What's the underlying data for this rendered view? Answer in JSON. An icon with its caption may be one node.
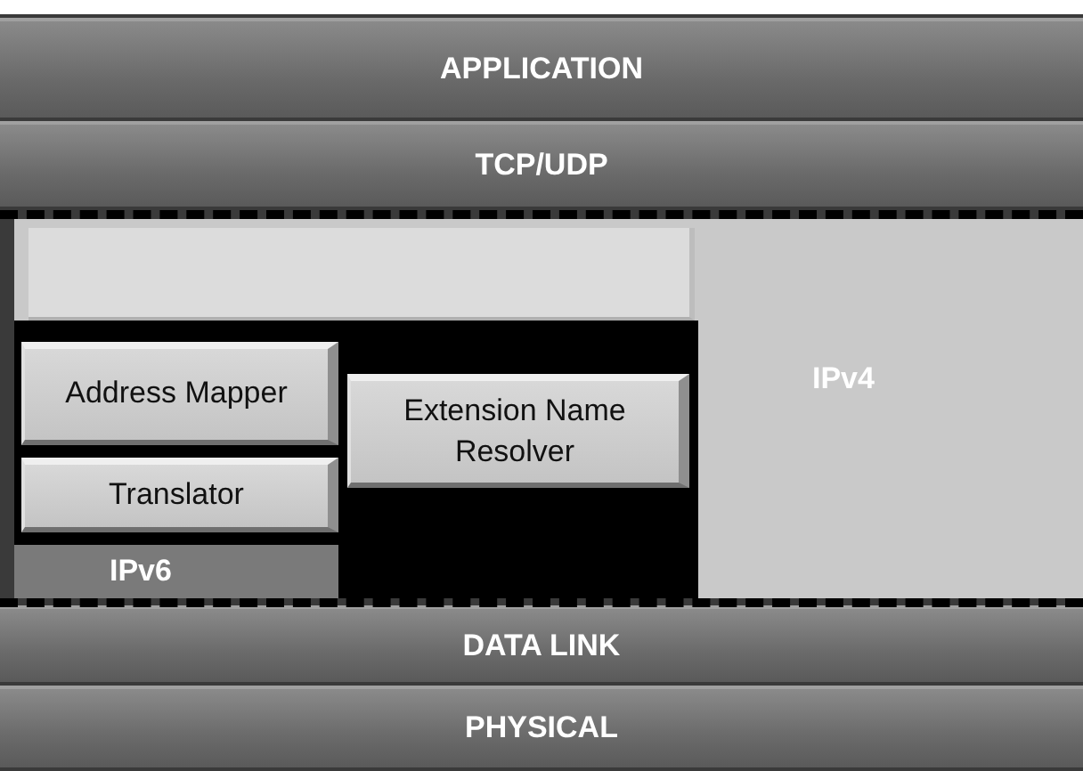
{
  "diagram": {
    "nodes": [
      {
        "text": [
          "APPLICATION"
        ]
      },
      {
        "text": [
          "TCP/UDP"
        ]
      },
      {
        "text": [
          "IPv4"
        ]
      },
      {
        "text": [],
        "shape": "box",
        "in": 2
      },
      {
        "text": [
          "IPv6"
        ],
        "in": 2
      },
      {
        "text": [
          "Address Mapper"
        ],
        "in": 4
      },
      {
        "text": [
          "Translator"
        ],
        "in": 4
      },
      {
        "text": [
          "Extension Name Resolver"
        ],
        "in": 4
      },
      {
        "text": [
          "DATA LINK"
        ]
      },
      {
        "text": [
          "PHYSICAL"
        ]
      }
    ]
  }
}
